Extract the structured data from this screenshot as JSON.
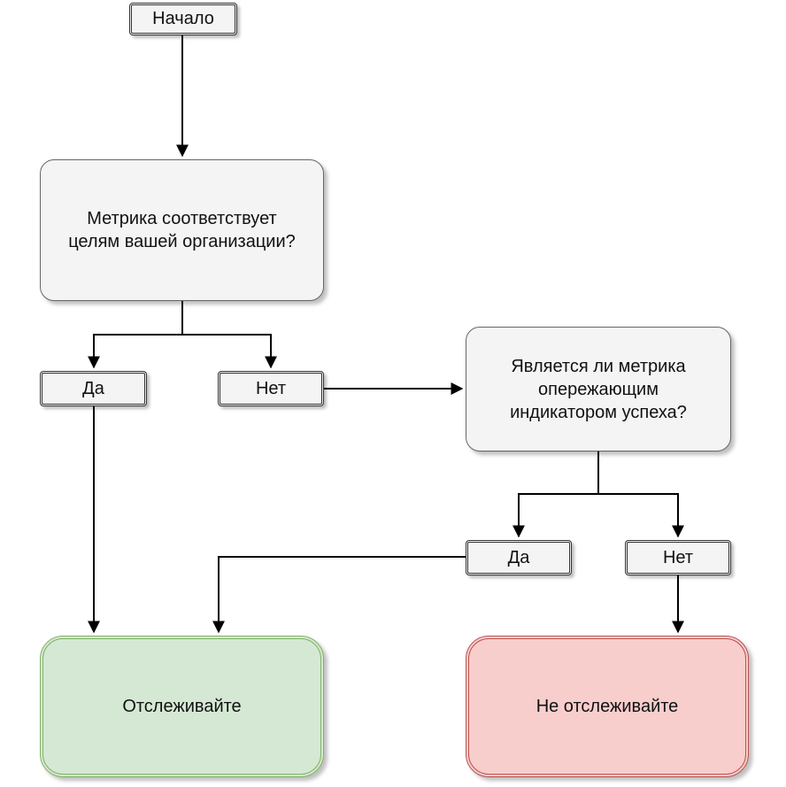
{
  "nodes": {
    "start": "Начало",
    "question1": "Метрика соответствует целям вашей организации?",
    "question2": "Является ли метрика опережающим индикатором успеха?",
    "yes1": "Да",
    "no1": "Нет",
    "yes2": "Да",
    "no2": "Нет",
    "track": "Отслеживайте",
    "dont_track": "Не отслеживайте"
  },
  "colors": {
    "question_fill": "#f4f4f4",
    "track_fill": "#d5e8d4",
    "track_border": "#82b366",
    "dont_track_fill": "#f8cecc",
    "dont_track_border": "#b85450",
    "connector": "#000000"
  }
}
